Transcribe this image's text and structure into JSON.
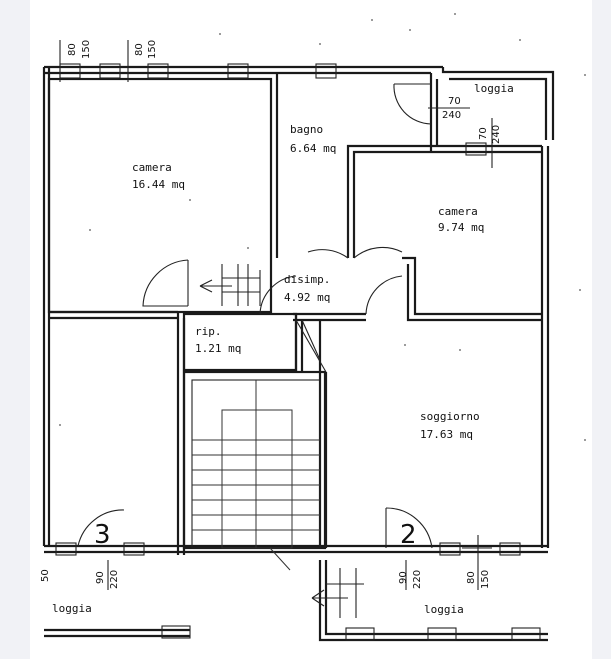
{
  "colors": {
    "paper": "#ffffff",
    "margin": "#f1f2f6",
    "ink": "#1a1a1a"
  },
  "rooms": {
    "camera_left": {
      "name": "camera",
      "area": "16.44 mq"
    },
    "bagno": {
      "name": "bagno",
      "area": "6.64 mq"
    },
    "loggia_top": {
      "name": "loggia"
    },
    "camera_right": {
      "name": "camera",
      "area": "9.74 mq"
    },
    "disimp": {
      "name": "disimp.",
      "area": "4.92 mq"
    },
    "rip": {
      "name": "rip.",
      "area": "1.21 mq"
    },
    "soggiorno": {
      "name": "soggiorno",
      "area": "17.63 mq"
    },
    "loggia_bottom_left": {
      "name": "loggia"
    },
    "loggia_bottom_right": {
      "name": "loggia"
    }
  },
  "windows": {
    "top_left_1": {
      "w": "80",
      "h": "150"
    },
    "top_left_2": {
      "w": "80",
      "h": "150"
    },
    "loggia_door": {
      "w": "70",
      "h": "240"
    },
    "loggia_window": {
      "w": "70",
      "h": "240"
    },
    "bottom_left": {
      "w": "90",
      "h": "220"
    },
    "bottom_mid": {
      "w": "90",
      "h": "220"
    },
    "bottom_right": {
      "w": "80",
      "h": "150"
    },
    "bottom_edge_fragment": "50"
  },
  "markers": {
    "left": "3",
    "right": "2"
  }
}
